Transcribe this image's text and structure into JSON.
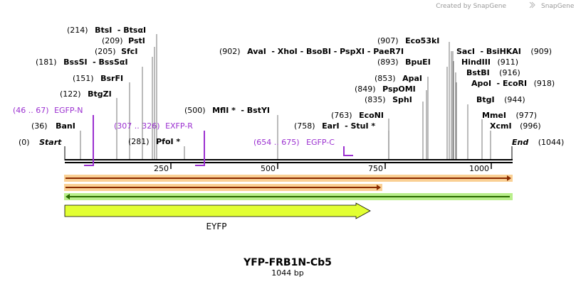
{
  "credit": "Created by SnapGene",
  "title": "YFP-FRB1N-Cb5",
  "subtitle": "1044 bp",
  "feature_label": "EYFP",
  "colors": {
    "primer": "#9b30d0",
    "eyfp_fill": "#e2ff33",
    "orange": "#f7b04c",
    "green": "#9be85a",
    "dark_red": "#8a2a00",
    "dark_green": "#2a6a00"
  },
  "ticks": [
    "250",
    "500",
    "750",
    "1000"
  ],
  "labels": [
    {
      "pos": "(214)",
      "name": "BtsI",
      "extra": "- BtsαI"
    },
    {
      "pos": "(209)",
      "name": "PstI"
    },
    {
      "pos": "(205)",
      "name": "SfcI"
    },
    {
      "pos": "(181)",
      "name": "BssSI",
      "extra": "- BssSαI"
    },
    {
      "pos": "(151)",
      "name": "BsrFI"
    },
    {
      "pos": "(122)",
      "name": "BtgZI"
    },
    {
      "pos": "(46 .. 67)",
      "name": "EGFP-N"
    },
    {
      "pos": "(36)",
      "name": "BanI"
    },
    {
      "pos": "(0)",
      "name": "Start"
    },
    {
      "pos": "(307 .. 326)",
      "name": "EXFP-R"
    },
    {
      "pos": "(281)",
      "name": "PfoI *"
    },
    {
      "pos": "(500)",
      "name": "MflI *",
      "extra": "- BstYI"
    },
    {
      "pos": "(902)",
      "name": "AvaI",
      "extra": "- XhoI - BsoBI - PspXI - PaeR7I"
    },
    {
      "pos": "(907)",
      "name": "Eco53kI"
    },
    {
      "pos": "(893)",
      "name": "BpuEI"
    },
    {
      "pos": "(853)",
      "name": "ApaI"
    },
    {
      "pos": "(849)",
      "name": "PspOMI"
    },
    {
      "pos": "(835)",
      "name": "SphI"
    },
    {
      "pos": "(763)",
      "name": "EcoNI"
    },
    {
      "pos": "(758)",
      "name": "EarI",
      "extra": "- StuI *"
    },
    {
      "pos": "(654 .. 675)",
      "name": "EGFP-C"
    },
    {
      "pos": "(909)",
      "name": "SacI",
      "extra": "- BsiHKAI"
    },
    {
      "pos": "(911)",
      "name": "HindIII"
    },
    {
      "pos": "(916)",
      "name": "BstBI"
    },
    {
      "pos": "(918)",
      "name": "ApoI",
      "extra": "- EcoRI"
    },
    {
      "pos": "(944)",
      "name": "BtgI"
    },
    {
      "pos": "(977)",
      "name": "MmeI"
    },
    {
      "pos": "(996)",
      "name": "XcmI"
    },
    {
      "pos": "(1044)",
      "name": "End"
    }
  ]
}
